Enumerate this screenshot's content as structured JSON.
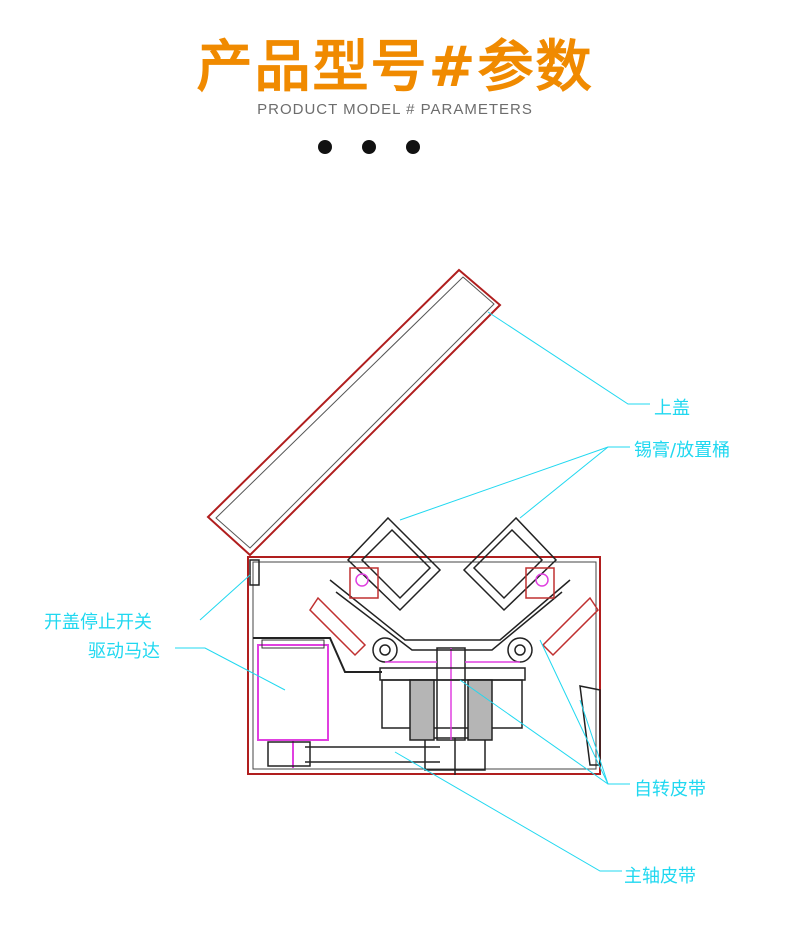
{
  "header": {
    "title": "产品型号#参数",
    "subtitle": "PRODUCT MODEL # PARAMETERS"
  },
  "diagram": {
    "labels": {
      "top_cover": "上盖",
      "paste_bucket": "锡膏/放置桶",
      "lid_switch": "开盖停止开关",
      "drive_motor": "驱动马达",
      "rotation_belt": "自转皮带",
      "spindle_belt": "主轴皮带"
    }
  },
  "colors": {
    "title": "#f08a00",
    "leader_lines": "#20d8f0",
    "outline": "#b01e1e",
    "motor": "#e040e0"
  }
}
